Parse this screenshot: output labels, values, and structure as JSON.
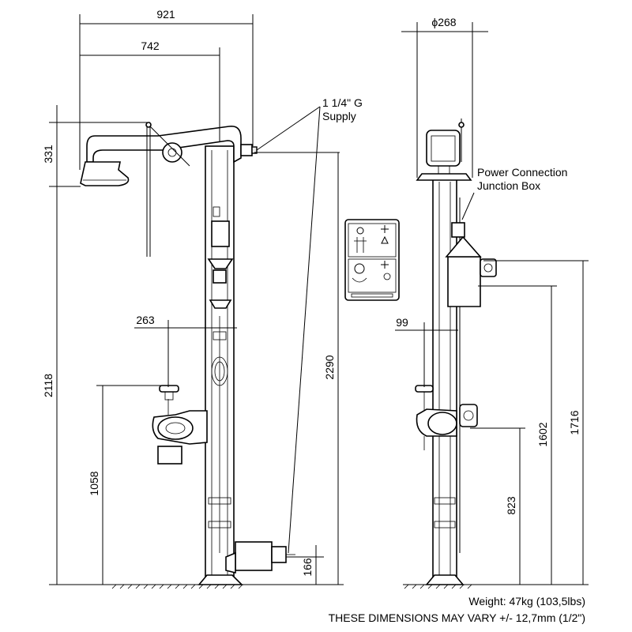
{
  "front_view": {
    "dimensions": {
      "total_width": "921",
      "head_reach": "742",
      "head_height": "331",
      "eyewash_reach": "263",
      "overall_height": "2118",
      "supply_height": "2290",
      "eyewash_height": "1058",
      "inlet_height": "166"
    },
    "supply_label_line1": "1 1/4\" G",
    "supply_label_line2": "Supply"
  },
  "side_view": {
    "dimensions": {
      "head_diameter": "ϕ268",
      "eyewash_offset": "99",
      "junction_box_height": "1716",
      "upper_outlet_height": "1602",
      "lower_outlet_height": "823"
    },
    "junction_label_line1": "Power Connection",
    "junction_label_line2": "Junction Box"
  },
  "footer": {
    "weight": "Weight: 47kg (103,5lbs)",
    "tolerance": "THESE DIMENSIONS MAY VARY +/- 12,7mm (1/2\")"
  }
}
